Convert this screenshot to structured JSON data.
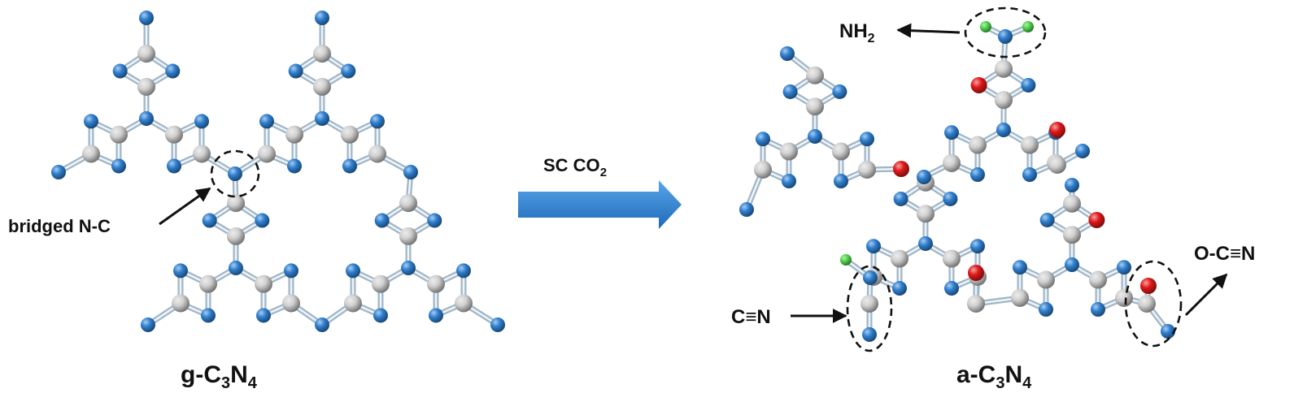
{
  "labels": {
    "left_title": {
      "prefix": "g-C",
      "sub1": "3",
      "mid": "N",
      "sub2": "4"
    },
    "right_title": {
      "prefix": "a-C",
      "sub1": "3",
      "mid": "N",
      "sub2": "4"
    },
    "arrow_label": {
      "text": "SC CO",
      "sub": "2"
    },
    "bridged": "bridged N-C",
    "nh2": {
      "text": "NH",
      "sub": "2"
    },
    "cn": "C≡N",
    "ocn": "O-C≡N"
  },
  "colors": {
    "nitrogen": "#2e7fd0",
    "carbon": "#d0d0d0",
    "oxygen": "#e01818",
    "hydrogen": "#4fd34a",
    "arrow": "#2f80d4"
  }
}
